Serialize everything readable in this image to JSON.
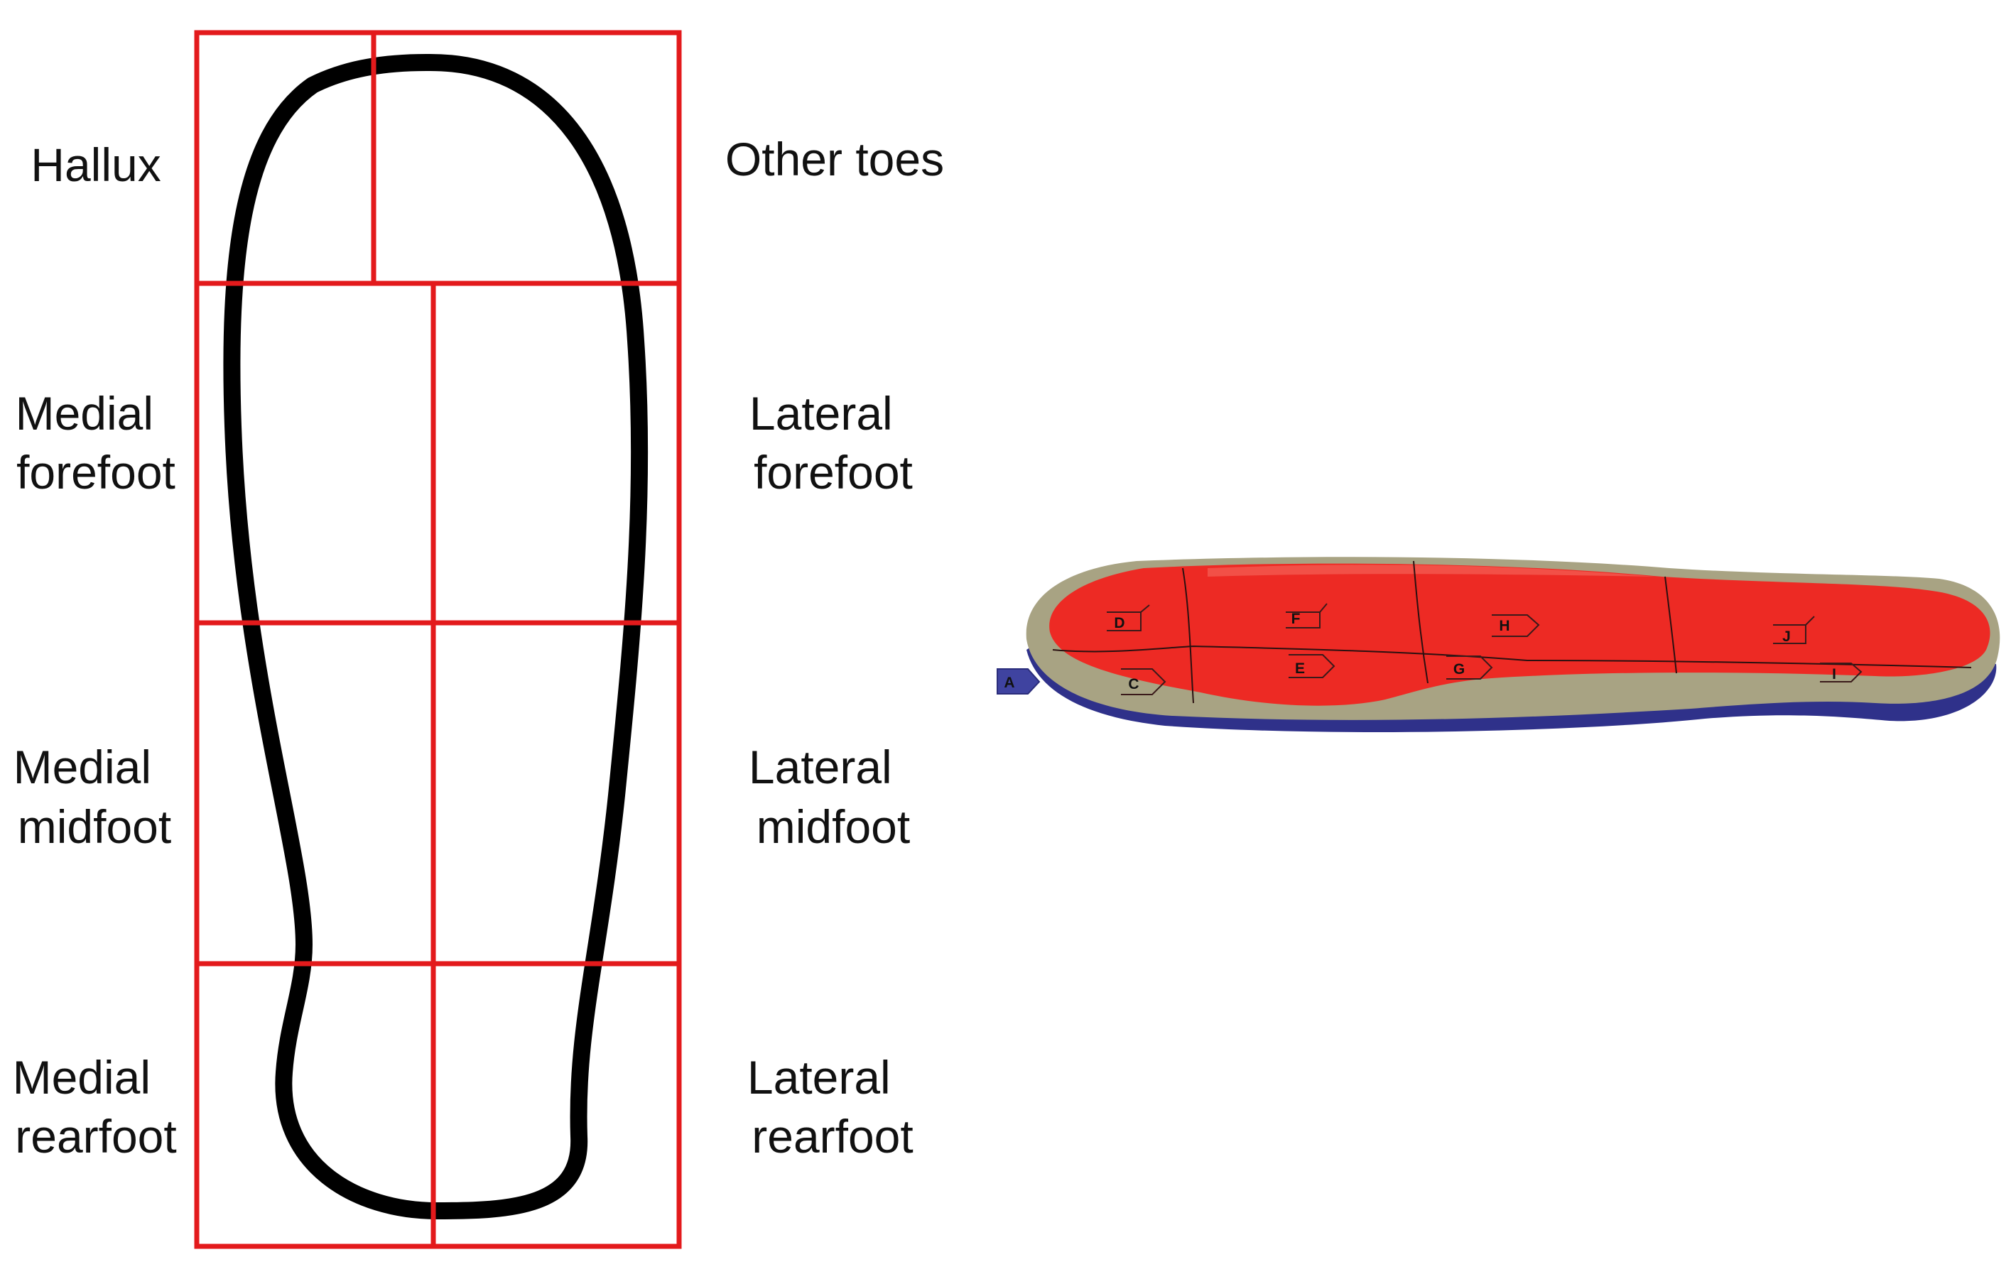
{
  "regions": {
    "hallux": [
      "Hallux"
    ],
    "other_toes": [
      "Other toes"
    ],
    "medial_forefoot": [
      "Medial",
      "forefoot"
    ],
    "lateral_forefoot": [
      "Lateral",
      "forefoot"
    ],
    "medial_midfoot": [
      "Medial",
      "midfoot"
    ],
    "lateral_midfoot": [
      "Lateral",
      "midfoot"
    ],
    "medial_rearfoot": [
      "Medial",
      "rearfoot"
    ],
    "lateral_rearfoot": [
      "Lateral",
      "rearfoot"
    ]
  },
  "insole": {
    "markers": {
      "a": "A",
      "b": "C",
      "c": "D",
      "d": "E",
      "e": "F",
      "f": "G",
      "g": "H",
      "h": "I",
      "i": "J"
    }
  },
  "colors": {
    "grid": "#e31a1c",
    "outline": "#000000",
    "insole_surface": "#ed2a24",
    "insole_rim": "#a8a383",
    "insole_base": "#2f318a",
    "marker_fill": "#3f43a0"
  }
}
